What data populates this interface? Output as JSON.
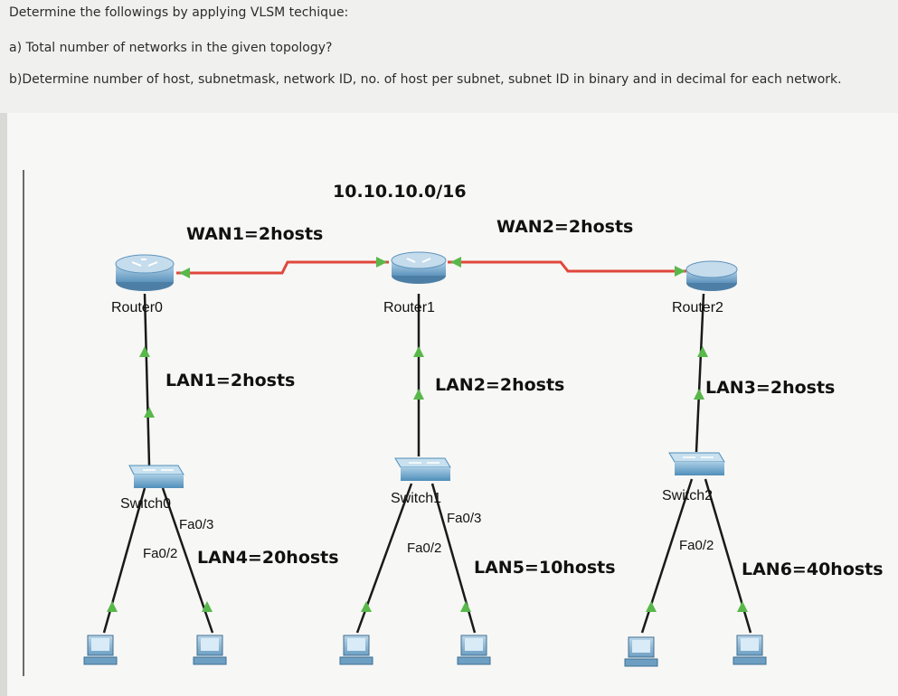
{
  "question": {
    "title": "Determine the followings by applying VLSM techique:",
    "part_a": "a) Total number of networks in the given topology?",
    "part_b": "b)Determine number of host, subnetmask, network ID, no. of host per subnet, subnet ID in binary and in decimal for each network."
  },
  "topology": {
    "network": "10.10.10.0/16",
    "wan": [
      "WAN1=2hosts",
      "WAN2=2hosts"
    ],
    "routers": [
      "Router0",
      "Router1",
      "Router2"
    ],
    "lans_uplink": [
      "LAN1=2hosts",
      "LAN2=2hosts",
      "LAN3=2hosts"
    ],
    "switches": [
      "Switch0",
      "Switch1",
      "Switch2"
    ],
    "ports": {
      "sw0": [
        "Fa0/3",
        "Fa0/2"
      ],
      "sw1": [
        "Fa0/3",
        "Fa0/2"
      ],
      "sw2": [
        "Fa0/2"
      ]
    },
    "lans_hosts": [
      "LAN4=20hosts",
      "LAN5=10hosts",
      "LAN6=40hosts"
    ]
  },
  "colors": {
    "serial_link": "#e0473c",
    "ethernet_link": "#1a1a1a",
    "link_up_marker": "#58b84a",
    "router_body": "#7fb2d4",
    "switch_body": "#6aa7cc"
  },
  "icons": [
    "router-icon",
    "switch-icon",
    "pc-icon"
  ]
}
